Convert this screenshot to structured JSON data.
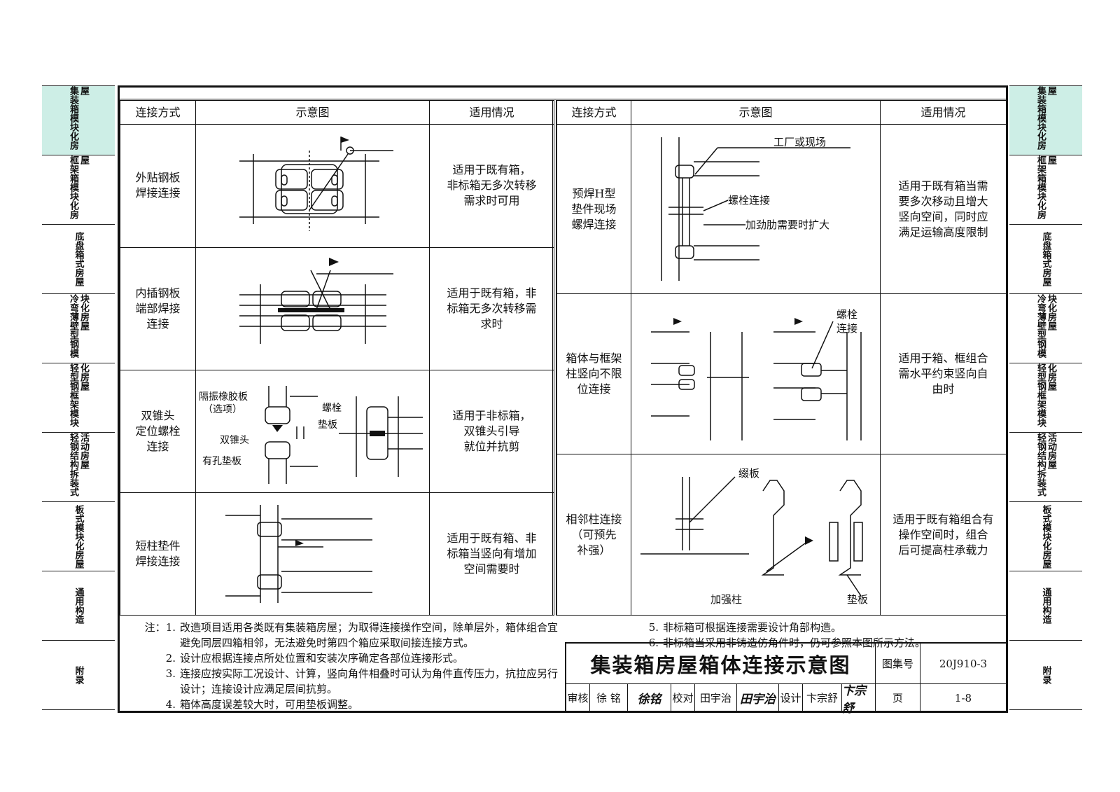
{
  "left_tabs": [
    {
      "label": "集装箱模块化房屋",
      "active": true
    },
    {
      "label": "框架箱模块化房屋",
      "active": false
    },
    {
      "label": "底盘箱式房屋",
      "active": false
    },
    {
      "label": "冷弯薄壁型钢模块化房屋",
      "active": false
    },
    {
      "label": "轻型钢框架模块化房屋",
      "active": false
    },
    {
      "label": "轻钢结构拆装式活动房屋",
      "active": false
    },
    {
      "label": "板式模块化房屋",
      "active": false
    },
    {
      "label": "通用构造",
      "active": false
    },
    {
      "label": "附录",
      "active": false
    }
  ],
  "right_tabs": [
    {
      "label": "集装箱模块化房屋",
      "active": true
    },
    {
      "label": "框架箱模块化房屋",
      "active": false
    },
    {
      "label": "底盘箱式房屋",
      "active": false
    },
    {
      "label": "冷弯薄壁型钢模块化房屋",
      "active": false
    },
    {
      "label": "轻型钢框架模块化房屋",
      "active": false
    },
    {
      "label": "轻钢结构拆装式活动房屋",
      "active": false
    },
    {
      "label": "板式模块化房屋",
      "active": false
    },
    {
      "label": "通用构造",
      "active": false
    },
    {
      "label": "附录",
      "active": false
    }
  ],
  "headers": {
    "method": "连接方式",
    "diagram": "示意图",
    "usage": "适用情况"
  },
  "left_rows": [
    {
      "method": "外贴钢板\n焊接连接",
      "usage": "适用于既有箱，\n非标箱无多次转移\n需求时可用"
    },
    {
      "method": "内插钢板\n端部焊接\n连接",
      "usage": "适用于既有箱，非\n标箱无多次转移需\n求时"
    },
    {
      "method": "双锥头\n定位螺栓\n连接",
      "usage": "适用于非标箱，\n双锥头引导\n就位并抗剪"
    },
    {
      "method": "短柱垫件\n焊接连接",
      "usage": "适用于既有箱、非\n标箱当竖向有增加\n空间需要时"
    }
  ],
  "right_rows": [
    {
      "method": "预焊H型\n垫件现场\n螺焊连接",
      "usage": "适用于既有箱当需\n要多次移动且增大\n竖向空间，同时应\n满足运输高度限制"
    },
    {
      "method": "箱体与框架\n柱竖向不限\n位连接",
      "usage": "适用于箱、框组合\n需水平约束竖向自\n由时"
    },
    {
      "method": "相邻柱连接\n（可预先\n补强）",
      "usage": "适用于既有箱组合有\n操作空间时，组合\n后可提高柱承载力"
    }
  ],
  "diagram_labels": {
    "rubber_pad": "隔振橡胶板",
    "rubber_pad_opt": "（选项）",
    "bolt": "螺栓",
    "shim": "垫板",
    "double_cone": "双锥头",
    "holed_shim": "有孔垫板",
    "factory_or_site": "工厂或现场",
    "bolt_conn": "螺栓连接",
    "stiffener": "加劲肋需要时扩大",
    "bolt2": "螺栓",
    "conn2": "连接",
    "batten": "缀板",
    "reinforce_col": "加强柱",
    "shim2": "垫板"
  },
  "notes_prefix": "注：",
  "notes_left": [
    {
      "n": "1.",
      "text": "改造项目适用各类既有集装箱房屋；为取得连接操作空间，除单层外，箱体组合宜避免同层四箱相邻，无法避免时第四个箱应采取间接连接方式。"
    },
    {
      "n": "2.",
      "text": "设计应根据连接点所处位置和安装次序确定各部位连接形式。"
    },
    {
      "n": "3.",
      "text": "连接应按实际工况设计、计算，竖向角件相叠时可认为角件直传压力，抗拉应另行设计；连接设计应满足层间抗剪。"
    },
    {
      "n": "4.",
      "text": "箱体高度误差较大时，可用垫板调整。"
    }
  ],
  "notes_right": [
    {
      "n": "5.",
      "text": "非标箱可根据连接需要设计角部构造。"
    },
    {
      "n": "6.",
      "text": "非标箱当采用非铸造仿角件时，仍可参照本图所示方法。"
    }
  ],
  "title_block": {
    "title": "集装箱房屋箱体连接示意图",
    "atlas_label": "图集号",
    "atlas_no": "20J910-3",
    "review_label": "审核",
    "reviewer": "徐 铭",
    "reviewer_sig": "徐铭",
    "check_label": "校对",
    "checker": "田宇治",
    "checker_sig": "田宇治",
    "design_label": "设计",
    "designer": "卞宗舒",
    "designer_sig": "卞宗舒",
    "page_label": "页",
    "page_no": "1-8"
  }
}
